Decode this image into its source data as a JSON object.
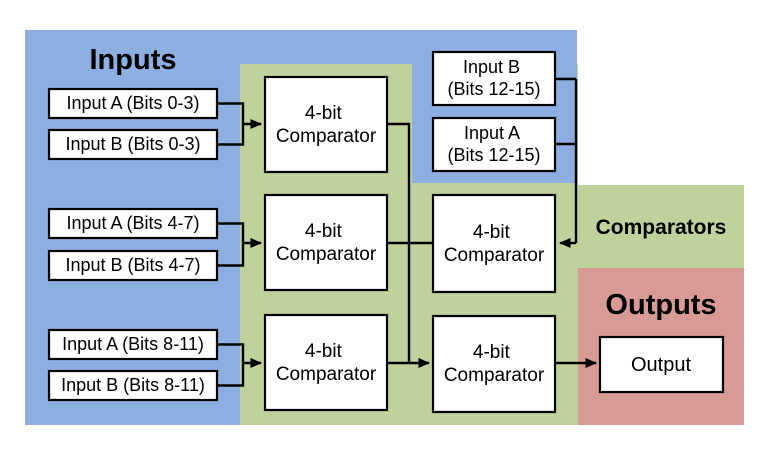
{
  "regions": {
    "inputs": {
      "label": "Inputs",
      "color": "#8CAEE0"
    },
    "comparators": {
      "label": "Comparators",
      "color": "#C0D29C"
    },
    "outputs": {
      "label": "Outputs",
      "color": "#D79A95"
    }
  },
  "boxes": {
    "input_a_0_3": {
      "label": "Input A (Bits 0-3)"
    },
    "input_b_0_3": {
      "label": "Input B (Bits 0-3)"
    },
    "input_a_4_7": {
      "label": "Input A (Bits 4-7)"
    },
    "input_b_4_7": {
      "label": "Input B (Bits 4-7)"
    },
    "input_a_8_11": {
      "label": "Input A (Bits 8-11)"
    },
    "input_b_8_11": {
      "label": "Input B (Bits 8-11)"
    },
    "input_b_12_15": {
      "line1": "Input B",
      "line2": "(Bits 12-15)"
    },
    "input_a_12_15": {
      "line1": "Input A",
      "line2": "(Bits 12-15)"
    },
    "comparator": {
      "line1": "4-bit",
      "line2": "Comparator"
    },
    "output": {
      "label": "Output"
    }
  }
}
